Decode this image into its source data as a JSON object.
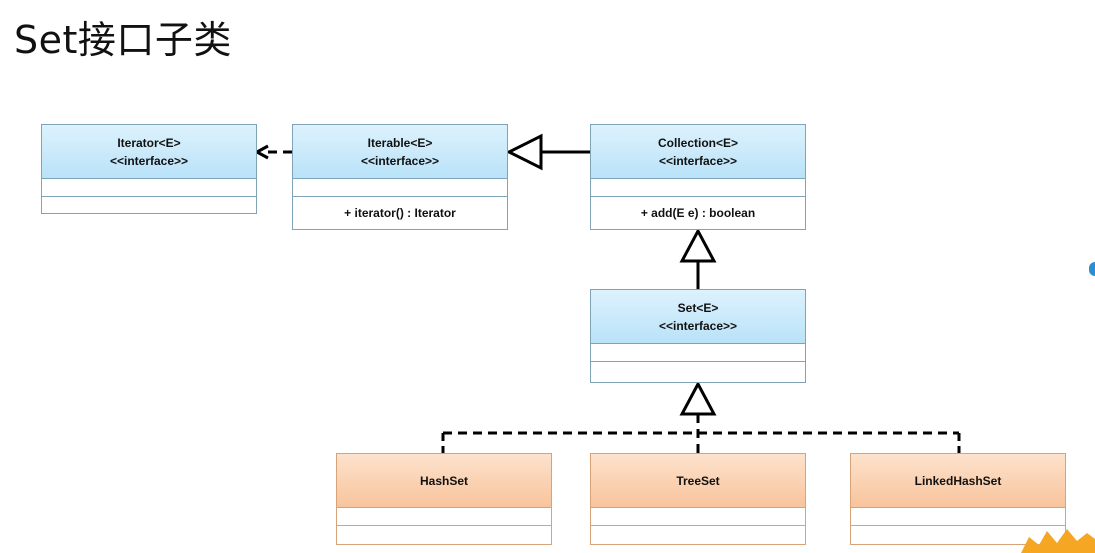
{
  "title": "Set接口子类",
  "boxes": {
    "iterator": {
      "name": "Iterator<E>",
      "stereotype": "<<interface>>"
    },
    "iterable": {
      "name": "Iterable<E>",
      "stereotype": "<<interface>>",
      "method": "+ iterator() : Iterator"
    },
    "collection": {
      "name": "Collection<E>",
      "stereotype": "<<interface>>",
      "method": "+ add(E e) : boolean"
    },
    "set": {
      "name": "Set<E>",
      "stereotype": "<<interface>>"
    },
    "hashset": {
      "name": "HashSet"
    },
    "treeset": {
      "name": "TreeSet"
    },
    "linkedhashset": {
      "name": "LinkedHashSet"
    }
  },
  "colors": {
    "interface_fill": "#c6e8fa",
    "class_fill": "#fbd3b4",
    "connector": "#000000"
  }
}
